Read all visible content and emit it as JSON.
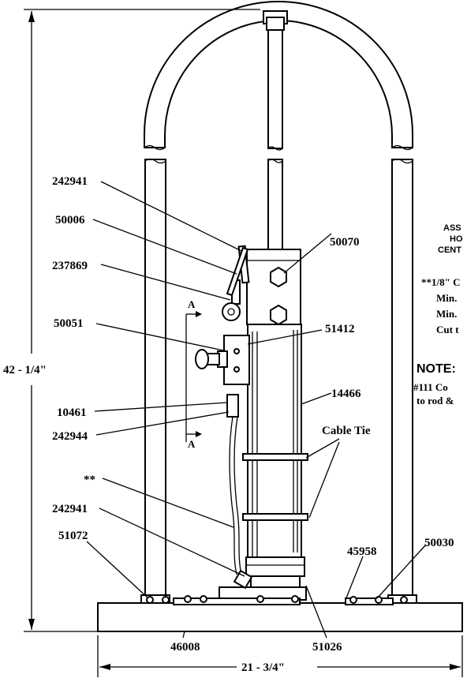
{
  "dimensions": {
    "height": "42 - 1/4\"",
    "width": "21 - 3/4\""
  },
  "callouts": {
    "p242941_top": "242941",
    "p50006": "50006",
    "p237869": "237869",
    "p50051": "50051",
    "p10461": "10461",
    "p242944": "242944",
    "p_double_star": "**",
    "p242941_bottom": "242941",
    "p51072": "51072",
    "p46008": "46008",
    "p51026": "51026",
    "p50070": "50070",
    "p51412": "51412",
    "p14466": "14466",
    "cable_tie": "Cable Tie",
    "p45958": "45958",
    "p50030": "50030"
  },
  "section_marks": {
    "top": "A",
    "bottom": "A"
  },
  "side_notes": {
    "assembly_line1": "ASS",
    "assembly_line2": "HO",
    "assembly_line3": "CENT",
    "cable_line1": "**1/8\" C",
    "cable_line2": "Min.",
    "cable_line3": "Min.",
    "cable_line4": "Cut t",
    "note_title": "NOTE:",
    "note_line1": "#111 Co",
    "note_line2": "to rod &"
  }
}
